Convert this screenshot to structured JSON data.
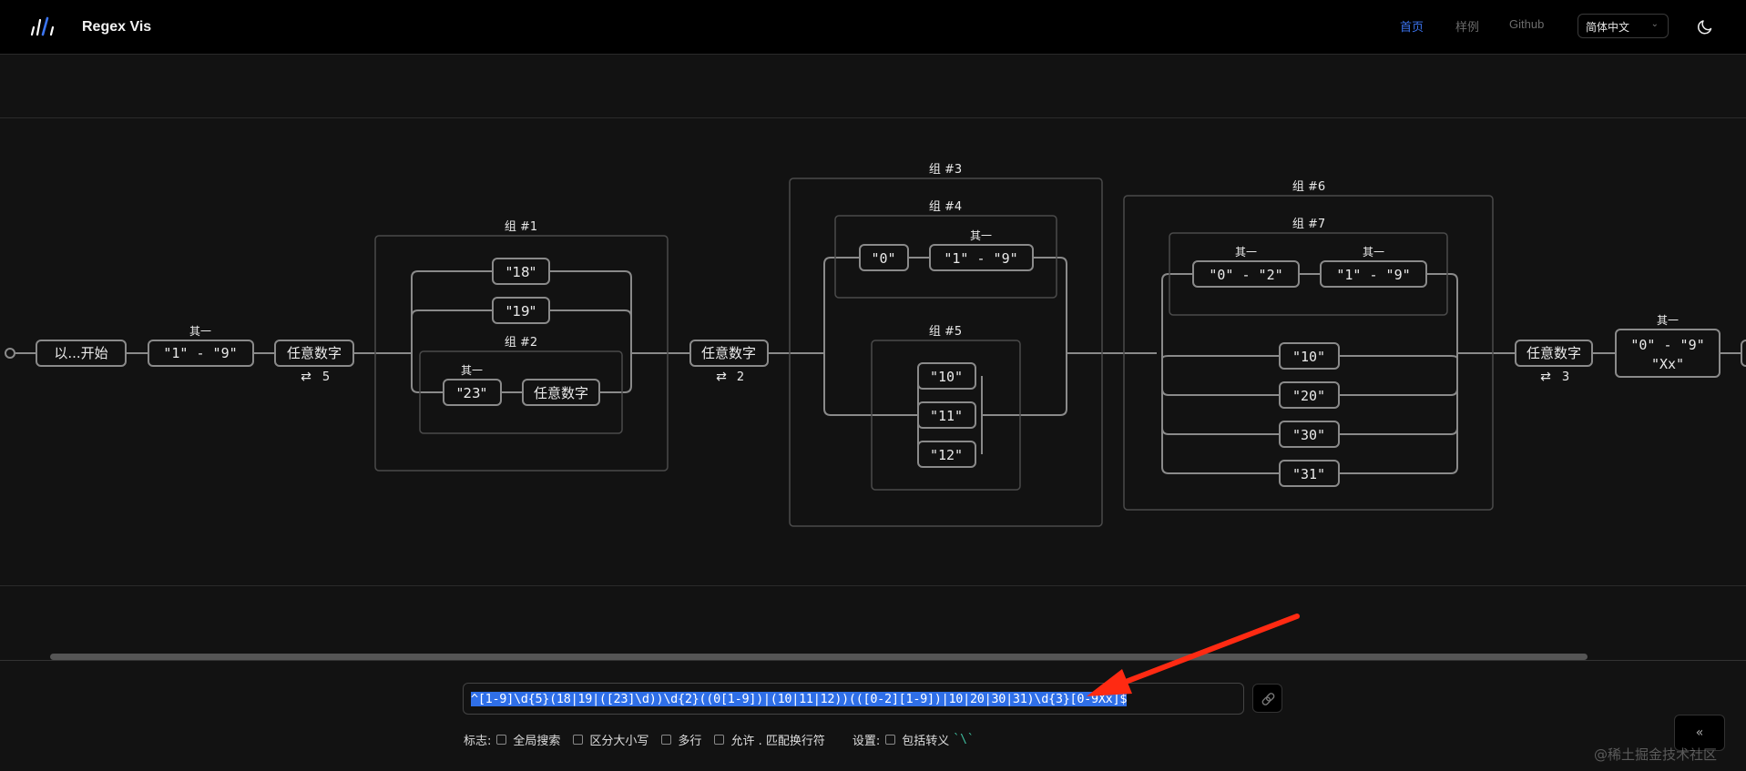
{
  "header": {
    "app_title": "Regex Vis",
    "nav": {
      "home": "首页",
      "examples": "样例",
      "github": "Github"
    },
    "language_selected": "简体中文",
    "colors": {
      "accent": "#3b74f0",
      "nav_inactive": "#6b6b6b"
    }
  },
  "graph": {
    "start": {
      "label": "以...开始"
    },
    "char_range_1": {
      "caption": "其一",
      "label": "\"1\" - \"9\""
    },
    "digit_1": {
      "label": "任意数字",
      "repeat": "5"
    },
    "group1": {
      "title": "组 #1",
      "alt_18": "\"18\"",
      "alt_19": "\"19\"",
      "group2": {
        "title": "组 #2",
        "caption": "其一",
        "lit_23": "\"23\"",
        "digit": "任意数字"
      }
    },
    "digit_2": {
      "label": "任意数字",
      "repeat": "2"
    },
    "group3": {
      "title": "组 #3",
      "group4": {
        "title": "组 #4",
        "lit_0": "\"0\"",
        "caption": "其一",
        "range": "\"1\" - \"9\""
      },
      "group5": {
        "title": "组 #5",
        "alts": [
          "\"10\"",
          "\"11\"",
          "\"12\""
        ]
      }
    },
    "group6": {
      "title": "组 #6",
      "group7": {
        "title": "组 #7",
        "caption_a": "其一",
        "range_a": "\"0\" - \"2\"",
        "caption_b": "其一",
        "range_b": "\"1\" - \"9\""
      },
      "alts": [
        "\"10\"",
        "\"20\"",
        "\"30\"",
        "\"31\""
      ]
    },
    "digit_3": {
      "label": "任意数字",
      "repeat": "3"
    },
    "last_class": {
      "caption": "其一",
      "line1": "\"0\" - \"9\"",
      "line2": "\"Xx\""
    }
  },
  "editor": {
    "regex": "^[1-9]\\d{5}(18|19|([23]\\d))\\d{2}((0[1-9])|(10|11|12))(([0-2][1-9])|10|20|30|31)\\d{3}[0-9Xx]$"
  },
  "flags": {
    "label": "标志:",
    "items": [
      {
        "label": "全局搜索",
        "checked": false
      },
      {
        "label": "区分大小写",
        "checked": false
      },
      {
        "label": "多行",
        "checked": false
      },
      {
        "label": "允许 . 匹配换行符",
        "checked": false
      }
    ],
    "settings_label": "设置:",
    "settings_item": {
      "label": "包括转义",
      "code": "`\\`",
      "checked": false
    }
  },
  "collapse_button": "«",
  "watermark": "@稀土掘金技术社区",
  "annotation": {
    "arrow_color": "#ff2a12"
  }
}
